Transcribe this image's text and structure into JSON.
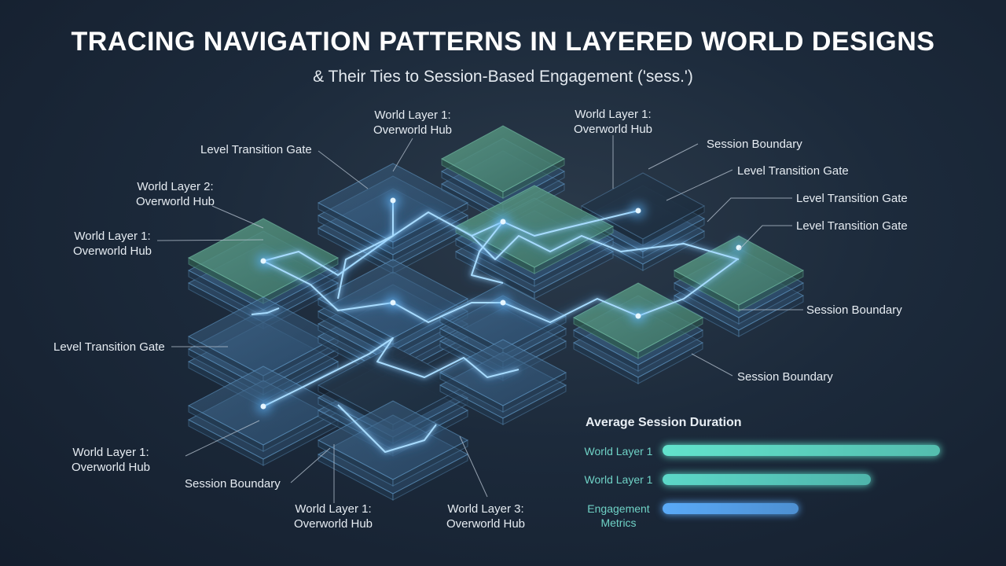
{
  "title": "TRACING NAVIGATION PATTERNS IN LAYERED WORLD DESIGNS",
  "subtitle": "& Their Ties to Session-Based Engagement ('sess.')",
  "colors": {
    "background": "#1c2a3b",
    "path_glow": "#5fb8ff",
    "tile_green": "#4f8a78",
    "tile_blue": "#3a5a80",
    "bar_teal": "#5ee0c8",
    "bar_blue": "#5aa8ff"
  },
  "labels": [
    {
      "id": "top-hub-left",
      "line1": "World Layer 1:",
      "line2": "Overworld Hub"
    },
    {
      "id": "top-hub-right",
      "line1": "World Layer 1:",
      "line2": "Overworld Hub"
    },
    {
      "id": "gate-top-left",
      "line1": "Level Transition Gate",
      "line2": ""
    },
    {
      "id": "layer2-hub",
      "line1": "World Layer 2:",
      "line2": "Overworld Hub"
    },
    {
      "id": "layer1-hub-left",
      "line1": "World Layer 1:",
      "line2": "Overworld Hub"
    },
    {
      "id": "gate-mid-left",
      "line1": "Level Transition Gate",
      "line2": ""
    },
    {
      "id": "layer1-hub-bottom-left",
      "line1": "World Layer 1:",
      "line2": "Overworld Hub"
    },
    {
      "id": "session-bottom-left",
      "line1": "Session Boundary",
      "line2": ""
    },
    {
      "id": "layer1-hub-bottom",
      "line1": "World Layer 1:",
      "line2": "Overworld Hub"
    },
    {
      "id": "layer3-hub-bottom",
      "line1": "World Layer 3:",
      "line2": "Overworld Hub"
    },
    {
      "id": "session-top-right",
      "line1": "Session Boundary",
      "line2": ""
    },
    {
      "id": "gate-right-1",
      "line1": "Level Transition Gate",
      "line2": ""
    },
    {
      "id": "gate-right-2",
      "line1": "Level Transition Gate",
      "line2": ""
    },
    {
      "id": "gate-right-3",
      "line1": "Level Transition Gate",
      "line2": ""
    },
    {
      "id": "session-right-1",
      "line1": "Session Boundary",
      "line2": ""
    },
    {
      "id": "session-right-2",
      "line1": "Session Boundary",
      "line2": ""
    }
  ],
  "legend": {
    "title": "Average Session Duration",
    "items": [
      {
        "label": "World Layer 1",
        "value": 1.0,
        "color": "#62e3cc"
      },
      {
        "label": "World Layer 1",
        "value": 0.75,
        "color": "#5cd8c8"
      },
      {
        "label": "Engagement Metrics",
        "value": 0.49,
        "color": "#5aaaf8"
      }
    ]
  }
}
